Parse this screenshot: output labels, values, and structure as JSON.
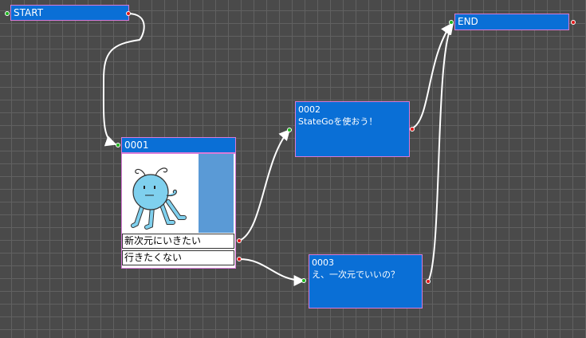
{
  "nodes": {
    "start": {
      "label": "START"
    },
    "end": {
      "label": "END"
    },
    "n0001": {
      "id": "0001",
      "character": "blue-alien-creature",
      "choices": [
        "新次元にいきたい",
        "行きたくない"
      ]
    },
    "n0002": {
      "id": "0002",
      "text": "StateGoを使おう！"
    },
    "n0003": {
      "id": "0003",
      "text": "え、一次元でいいの？"
    }
  },
  "colors": {
    "grid_background": "#4a4a4a",
    "grid_line": "#616161",
    "node_fill": "#0a6fd6",
    "node_border": "#d87ad8",
    "input_port": "#1fb51f",
    "output_port": "#e01818",
    "connector": "#ffffff"
  }
}
